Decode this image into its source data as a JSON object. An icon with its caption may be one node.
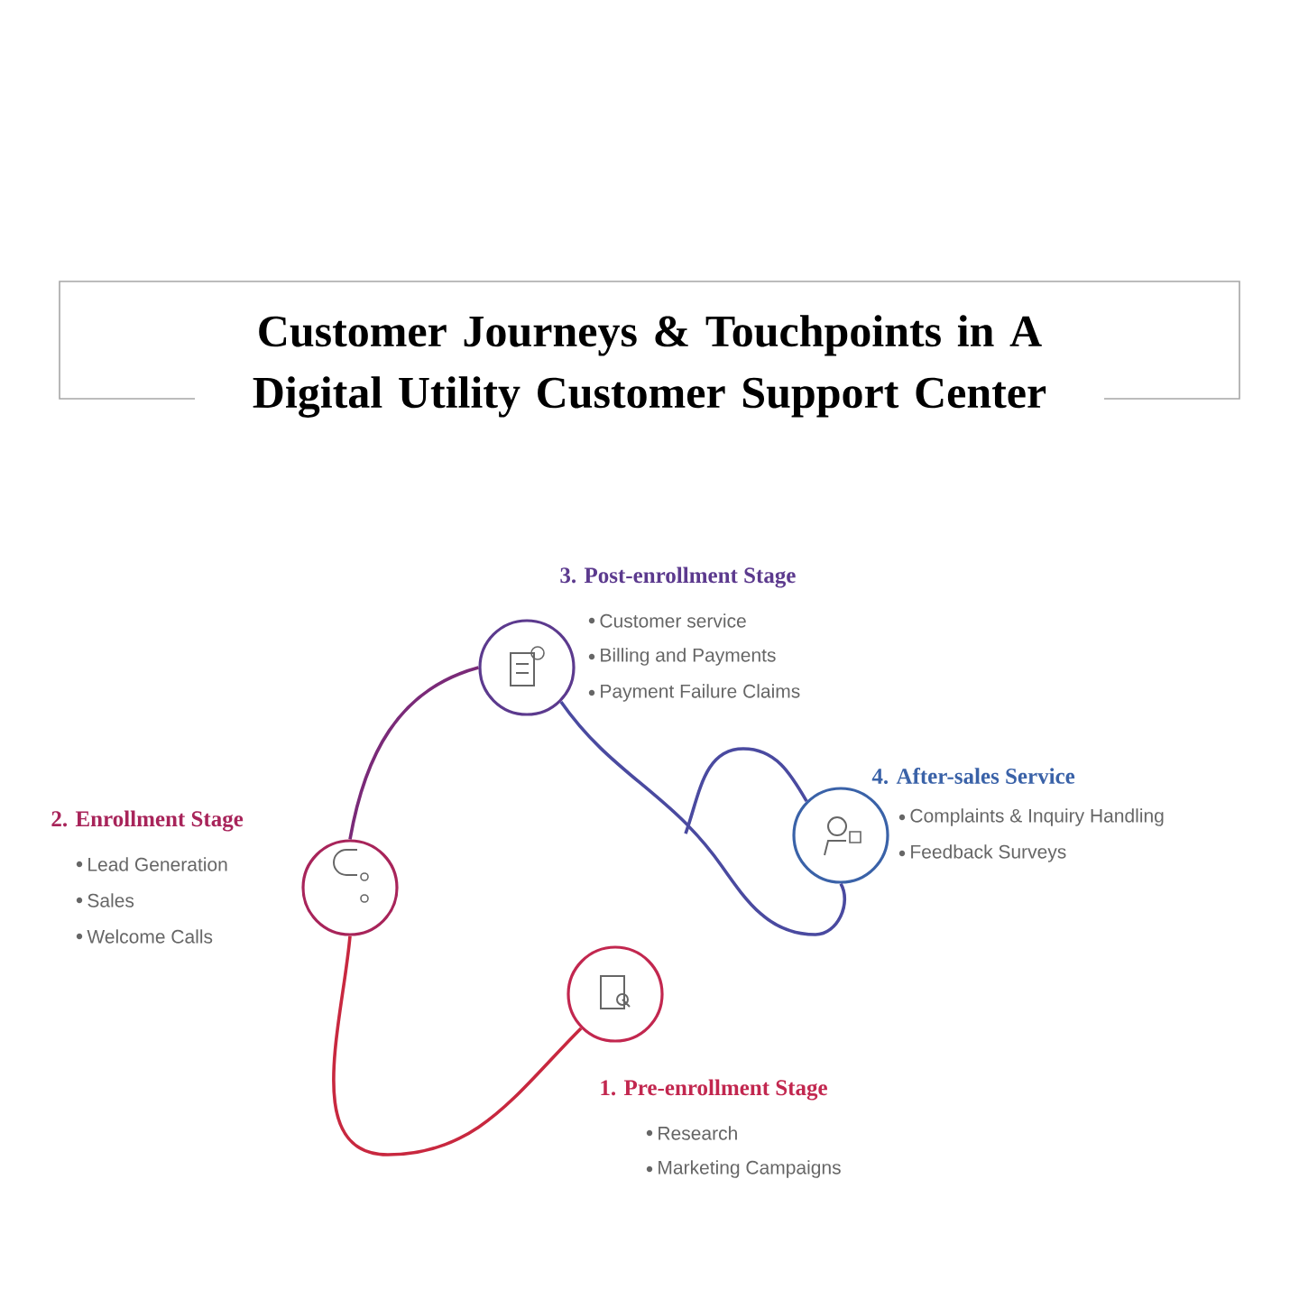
{
  "diagram": {
    "title": "Customer Journeys & Touchpoints in A Digital Utility Customer Support Center",
    "nodes": [
      {
        "text": [
          "1. Pre-enrollment Stage",
          "Research",
          "Marketing Campaigns"
        ]
      },
      {
        "text": [
          "2. Enrollment Stage",
          "Lead Generation",
          "Sales",
          "Welcome Calls"
        ]
      },
      {
        "text": [
          "3. Post-enrollment Stage",
          "Customer service",
          "Billing and Payments",
          "Payment Failure Claims"
        ]
      },
      {
        "text": [
          "4. After-sales Service",
          "Complaints & Inquiry Handling",
          "Feedback Surveys"
        ]
      }
    ],
    "edges": [
      {
        "from": 0,
        "to": 1,
        "arrow": "none",
        "color": "#c8283f"
      },
      {
        "from": 1,
        "to": 2,
        "arrow": "none",
        "color": "#7a2a78"
      },
      {
        "from": 2,
        "to": 3,
        "arrow": "none",
        "color": "#4a4aa0"
      },
      {
        "from": 3,
        "to": null,
        "arrow": "none",
        "color": "#4a4aa0"
      }
    ]
  }
}
